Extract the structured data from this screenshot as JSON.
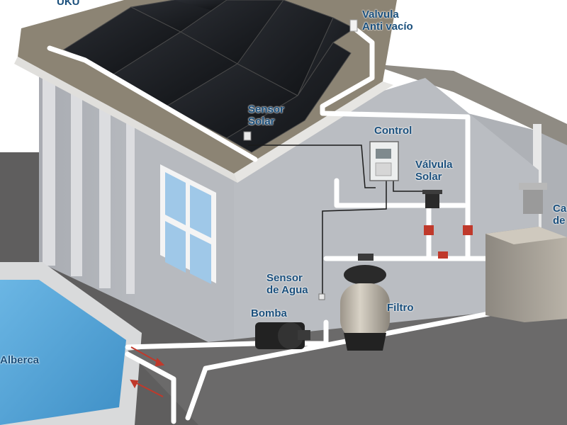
{
  "labels": {
    "top_left_partial": "UKU",
    "valvula_antivacio": {
      "line1": "Valvula",
      "line2": "Anti vacío"
    },
    "sensor_solar": {
      "line1": "Sensor",
      "line2": "Solar"
    },
    "control": "Control",
    "valvula_solar": {
      "line1": "Válvula",
      "line2": "Solar"
    },
    "calentador_partial": {
      "line1": "Ca",
      "line2": "de"
    },
    "sensor_agua": {
      "line1": "Sensor",
      "line2": "de Agua"
    },
    "bomba": "Bomba",
    "filtro": "Filtro",
    "alberca": "Alberca"
  },
  "colors": {
    "label_text": "#1a4f7c",
    "pipe": "#ffffff",
    "wall": "#b5b8bd",
    "ground": "#5e5d5d",
    "pool_water": "#4da3d8",
    "solar_panel": "#1b1d21",
    "flow_arrow": "#c0392b"
  }
}
